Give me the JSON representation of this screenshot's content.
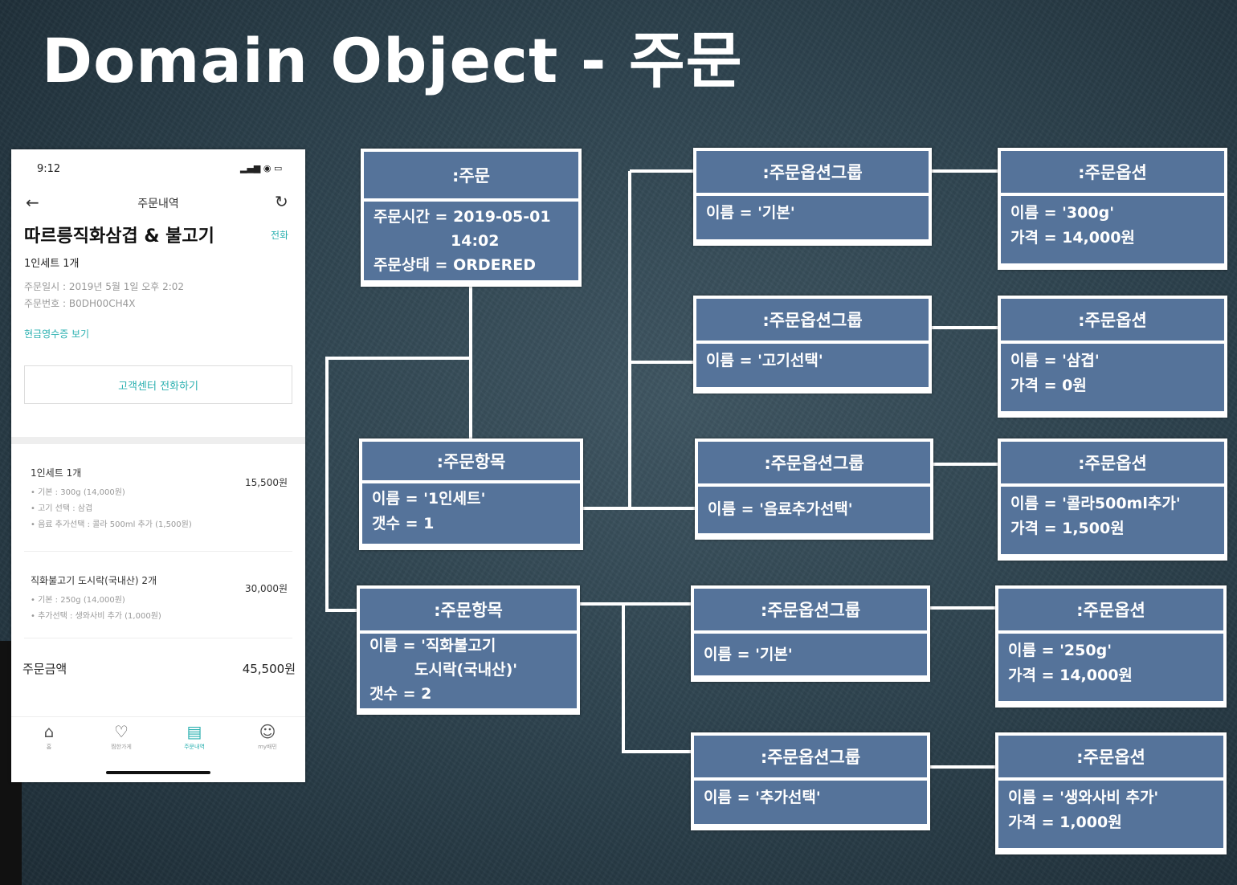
{
  "title": "Domain Object - 주문",
  "phone": {
    "status": {
      "time": "9:12",
      "icons": "▂▄▆ ◉ ▭"
    },
    "nav": {
      "title": "주문내역"
    },
    "store_name": "따르릉직화삼겹 & 불고기",
    "call_label": "전화",
    "order_summary": "1인세트 1개",
    "order_date": "주문일시 : 2019년 5월 1일 오후 2:02",
    "order_number": "주문번호 : B0DH00CH4X",
    "receipt_link": "현금영수증 보기",
    "cs_button": "고객센터 전화하기",
    "items": [
      {
        "name": "1인세트   1개",
        "price": "15,500원",
        "options": [
          "• 기본 : 300g (14,000원)",
          "• 고기 선택 : 삼겹",
          "• 음료 추가선택 : 콜라 500ml 추가 (1,500원)"
        ]
      },
      {
        "name": "직화불고기 도시락(국내산)  2개",
        "price": "30,000원",
        "options": [
          "• 기본 : 250g (14,000원)",
          "• 추가선택 : 생와사비 추가 (1,000원)"
        ]
      }
    ],
    "total_label": "주문금액",
    "total_value": "45,500원",
    "tabs": [
      {
        "label": "홈",
        "icon": "home-icon"
      },
      {
        "label": "찜한가게",
        "icon": "heart-icon"
      },
      {
        "label": "주문내역",
        "icon": "receipt-icon"
      },
      {
        "label": "my배민",
        "icon": "smile-icon"
      }
    ]
  },
  "diagram": {
    "order": {
      "header": ":주문",
      "time_line1": "주문시간 = 2019-05-01",
      "time_line2": "14:02",
      "status": "주문상태 = ORDERED"
    },
    "order_items": [
      {
        "header": ":주문항목",
        "name_line1": "이름 = '1인세트'",
        "name_line2": "",
        "count": "갯수 = 1"
      },
      {
        "header": ":주문항목",
        "name_line1": "이름 = '직화불고기",
        "name_line2": "도시락(국내산)'",
        "count": "갯수 = 2"
      }
    ],
    "option_groups": [
      {
        "header": ":주문옵션그룹",
        "name": "이름 = '기본'"
      },
      {
        "header": ":주문옵션그룹",
        "name": "이름 = '고기선택'"
      },
      {
        "header": ":주문옵션그룹",
        "name": "이름 = '음료추가선택'"
      },
      {
        "header": ":주문옵션그룹",
        "name": "이름 = '기본'"
      },
      {
        "header": ":주문옵션그룹",
        "name": "이름 = '추가선택'"
      }
    ],
    "options": [
      {
        "header": ":주문옵션",
        "name": "이름 = '300g'",
        "price": "가격 = 14,000원"
      },
      {
        "header": ":주문옵션",
        "name": "이름 = '삼겹'",
        "price": "가격 = 0원"
      },
      {
        "header": ":주문옵션",
        "name": "이름 = '콜라500ml추가'",
        "price": "가격 = 1,500원"
      },
      {
        "header": ":주문옵션",
        "name": "이름 = '250g'",
        "price": "가격 = 14,000원"
      },
      {
        "header": ":주문옵션",
        "name": "이름 = '생와사비 추가'",
        "price": "가격 = 1,000원"
      }
    ]
  },
  "colors": {
    "box_fill": "#55739a",
    "box_border": "#ffffff",
    "accent": "#2ab0b0"
  }
}
